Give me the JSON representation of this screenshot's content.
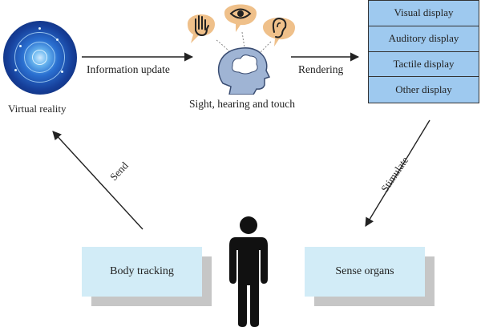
{
  "virtual_reality": {
    "label": "Virtual reality"
  },
  "arrows": {
    "information_update": "Information update",
    "rendering": "Rendering",
    "send": "Send",
    "stimulate": "Stimulate"
  },
  "senses": {
    "label": "Sight, hearing and touch",
    "icons": [
      "hand-icon",
      "eye-icon",
      "ear-icon",
      "head-brain-icon"
    ],
    "bubble_color": "#efc08a",
    "head_color": "#9fb4d4"
  },
  "displays": {
    "items": [
      "Visual display",
      "Auditory display",
      "Tactile display",
      "Other display"
    ],
    "fill_color": "#9ec9ef"
  },
  "boxes": {
    "body_tracking": "Body tracking",
    "sense_organs": "Sense organs",
    "fill_color": "#d2ecf7",
    "shadow_color": "#c6c6c6"
  },
  "person": {
    "icon": "person-icon",
    "color": "#111111"
  }
}
